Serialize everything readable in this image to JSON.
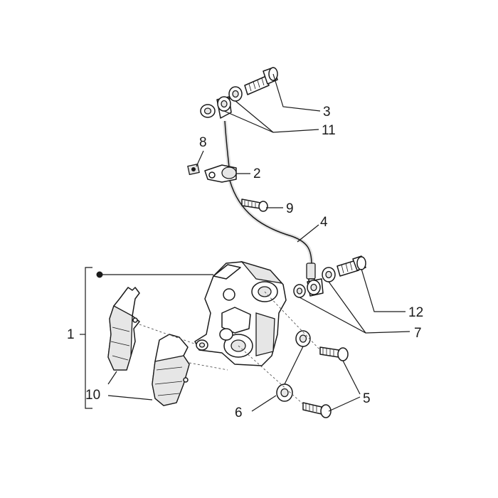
{
  "callouts": [
    {
      "id": "1",
      "label": "1"
    },
    {
      "id": "2",
      "label": "2"
    },
    {
      "id": "3",
      "label": "3"
    },
    {
      "id": "4",
      "label": "4"
    },
    {
      "id": "5",
      "label": "5"
    },
    {
      "id": "6",
      "label": "6"
    },
    {
      "id": "7",
      "label": "7"
    },
    {
      "id": "8",
      "label": "8"
    },
    {
      "id": "9",
      "label": "9"
    },
    {
      "id": "10",
      "label": "10"
    },
    {
      "id": "11",
      "label": "11"
    },
    {
      "id": "12",
      "label": "12"
    }
  ],
  "colors": {
    "line": "#1a1a1a",
    "background": "#ffffff",
    "shade": "#e6e6e6"
  }
}
